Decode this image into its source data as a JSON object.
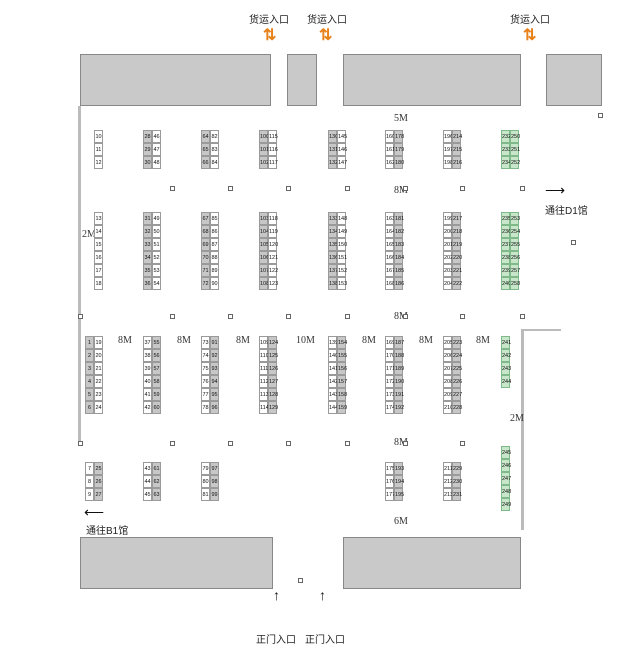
{
  "labels": {
    "cargo_1": "货运入口",
    "cargo_2": "货运入口",
    "cargo_3": "货运入口",
    "to_d1": "通往D1馆",
    "to_b1": "通往B1馆",
    "main_1": "正门入口",
    "main_2": "正门入口"
  },
  "dims": {
    "d5m": "5M",
    "d8m_a": "8M",
    "d8m_b": "8M",
    "d8m_c": "8M",
    "d8m_d": "8M",
    "d8m_e": "8M",
    "d8m_f": "8M",
    "d8m_g": "8M",
    "d8m_h": "8M",
    "d8m_i": "8M",
    "d10m": "10M",
    "d2m_left": "2M",
    "d2m_right": "2M",
    "d6m": "6M"
  },
  "booths": {
    "g1": [
      "10",
      "11",
      "12"
    ],
    "g2a": [
      "28",
      "29",
      "30"
    ],
    "g2b": [
      "46",
      "47",
      "48"
    ],
    "g3a": [
      "64",
      "65",
      "66"
    ],
    "g3b": [
      "82",
      "83",
      "84"
    ],
    "g4a": [
      "100",
      "101",
      "102"
    ],
    "g4b": [
      "115",
      "116",
      "117"
    ],
    "g5a": [
      "130",
      "131",
      "132"
    ],
    "g5b": [
      "145",
      "146",
      "147"
    ],
    "g6a": [
      "160",
      "161",
      "162"
    ],
    "g6b": [
      "178",
      "179",
      "180"
    ],
    "g7a": [
      "196",
      "197",
      "198"
    ],
    "g7b": [
      "214",
      "215",
      "216"
    ],
    "g8a": [
      "232",
      "233",
      "234"
    ],
    "g8b": [
      "250",
      "251",
      "252"
    ],
    "h1": [
      "13",
      "14",
      "15",
      "16",
      "17",
      "18"
    ],
    "h2a": [
      "31",
      "32",
      "33",
      "34",
      "35",
      "36"
    ],
    "h2b": [
      "49",
      "50",
      "51",
      "52",
      "53",
      "54"
    ],
    "h3a": [
      "67",
      "68",
      "69",
      "70",
      "71",
      "72"
    ],
    "h3b": [
      "85",
      "86",
      "87",
      "88",
      "89",
      "90"
    ],
    "h4a": [
      "103",
      "104",
      "105",
      "106",
      "107",
      "108"
    ],
    "h4b": [
      "118",
      "119",
      "120",
      "121",
      "122",
      "123"
    ],
    "h5a": [
      "133",
      "134",
      "135",
      "136",
      "137",
      "138"
    ],
    "h5b": [
      "148",
      "149",
      "150",
      "151",
      "152",
      "153"
    ],
    "h6a": [
      "163",
      "164",
      "165",
      "166",
      "167",
      "168"
    ],
    "h6b": [
      "181",
      "182",
      "183",
      "184",
      "185",
      "186"
    ],
    "h7a": [
      "199",
      "200",
      "201",
      "202",
      "203",
      "204"
    ],
    "h7b": [
      "217",
      "218",
      "219",
      "220",
      "221",
      "222"
    ],
    "h8a": [
      "235",
      "236",
      "237",
      "238",
      "239",
      "240"
    ],
    "h8b": [
      "253",
      "254",
      "255",
      "256",
      "257",
      "258"
    ],
    "k1a": [
      "1",
      "2",
      "3",
      "4",
      "5",
      "6"
    ],
    "k1b": [
      "19",
      "20",
      "21",
      "22",
      "23",
      "24"
    ],
    "k2a": [
      "37",
      "38",
      "39",
      "40",
      "41",
      "42"
    ],
    "k2b": [
      "55",
      "56",
      "57",
      "58",
      "59",
      "60"
    ],
    "k3a": [
      "73",
      "74",
      "75",
      "76",
      "77",
      "78"
    ],
    "k3b": [
      "91",
      "92",
      "93",
      "94",
      "95",
      "96"
    ],
    "k4a": [
      "109",
      "110",
      "111",
      "112",
      "113",
      "114"
    ],
    "k4b": [
      "124",
      "125",
      "126",
      "127",
      "128",
      "129"
    ],
    "k5a": [
      "139",
      "140",
      "141",
      "142",
      "143",
      "144"
    ],
    "k5b": [
      "154",
      "155",
      "156",
      "157",
      "158",
      "159"
    ],
    "k6a": [
      "169",
      "170",
      "171",
      "172",
      "173",
      "174"
    ],
    "k6b": [
      "187",
      "188",
      "189",
      "190",
      "191",
      "192"
    ],
    "k7a": [
      "205",
      "206",
      "207",
      "208",
      "209",
      "210"
    ],
    "k7b": [
      "223",
      "224",
      "225",
      "226",
      "227",
      "228"
    ],
    "k8": [
      "241",
      "242",
      "243",
      "244"
    ],
    "m1a": [
      "7",
      "8",
      "9"
    ],
    "m1b": [
      "25",
      "26",
      "27"
    ],
    "m2a": [
      "43",
      "44",
      "45"
    ],
    "m2b": [
      "61",
      "62",
      "63"
    ],
    "m3a": [
      "79",
      "80",
      "81"
    ],
    "m3b": [
      "97",
      "98",
      "99"
    ],
    "m6a": [
      "175",
      "176",
      "177"
    ],
    "m6b": [
      "193",
      "194",
      "195"
    ],
    "m7a": [
      "211",
      "212",
      "213"
    ],
    "m7b": [
      "229",
      "230",
      "231"
    ],
    "m8": [
      "245",
      "246",
      "247",
      "248",
      "249"
    ]
  },
  "colors": {
    "cargo_arrow": "#e8811a",
    "green_booth": "#c8e6c9",
    "gray_booth": "#c7c7c7"
  }
}
